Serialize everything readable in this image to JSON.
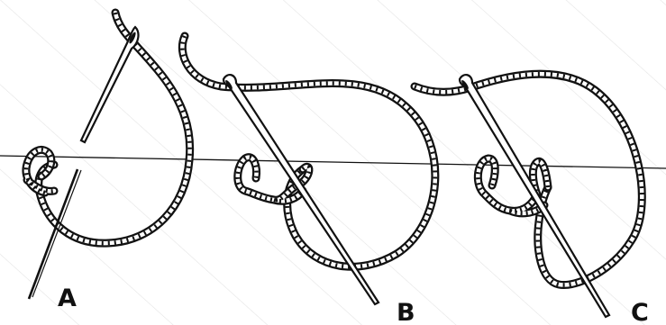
{
  "figure": {
    "step_labels": [
      "A",
      "B",
      "C"
    ],
    "colors": {
      "ink": "#111111",
      "paper": "#ffffff"
    },
    "elements": [
      "guide-line",
      "thread",
      "needle",
      "knot"
    ]
  }
}
